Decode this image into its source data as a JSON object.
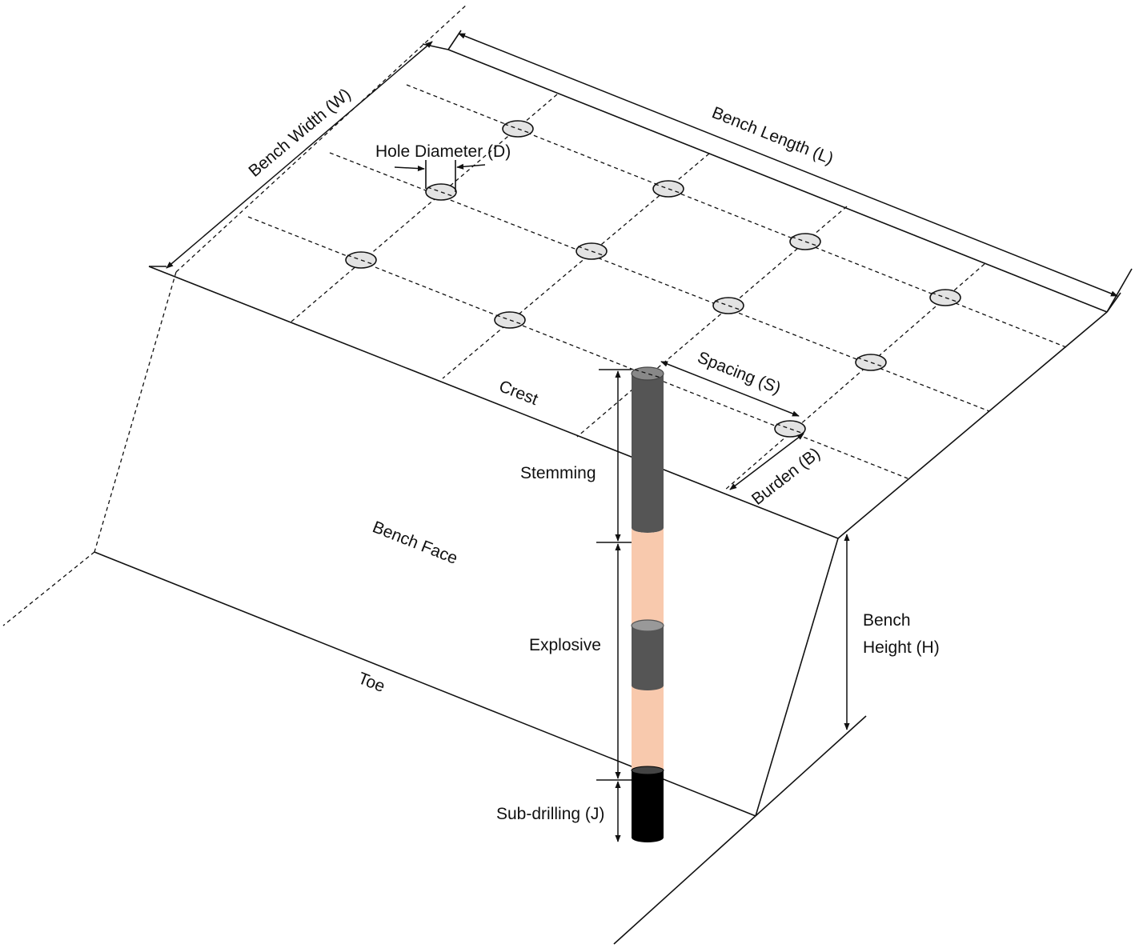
{
  "labels": {
    "bench_width": "Bench Width (W)",
    "bench_length": "Bench Length (L)",
    "hole_diameter": "Hole Diameter (D)",
    "spacing": "Spacing (S)",
    "burden": "Burden (B)",
    "crest": "Crest",
    "bench_face": "Bench Face",
    "toe": "Toe",
    "stemming": "Stemming",
    "explosive": "Explosive",
    "sub_drilling": "Sub-drilling (J)",
    "bench_height_line1": "Bench",
    "bench_height_line2": "Height (H)"
  },
  "colors": {
    "line": "#111111",
    "stemming": "#555555",
    "explosive": "#f8c9ad",
    "sub_drilling": "#000000",
    "hole_fill": "#e3e3e3"
  }
}
